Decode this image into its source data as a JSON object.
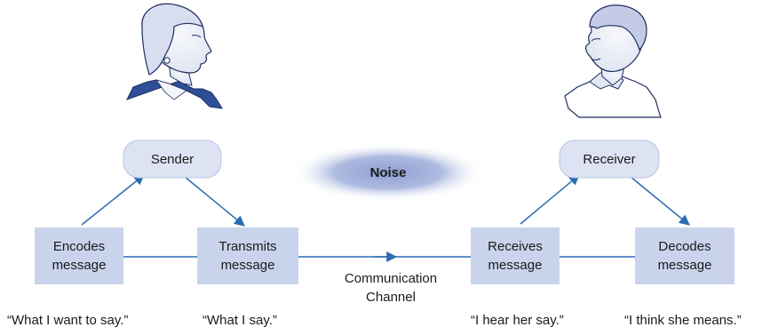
{
  "roles": {
    "sender": "Sender",
    "receiver": "Receiver"
  },
  "noise": "Noise",
  "steps": {
    "encodes": "Encodes\nmessage",
    "transmits": "Transmits\nmessage",
    "receives": "Receives\nmessage",
    "decodes": "Decodes\nmessage"
  },
  "channel": "Communication\nChannel",
  "quotes": {
    "encodes": "“What I want to say.”",
    "transmits": "“What I say.”",
    "receives": "“I hear her say.”",
    "decodes": "“I think she means.”"
  },
  "colors": {
    "box_fill": "#c9d4ec",
    "pill_fill": "#dde3f3",
    "arrow": "#2b6cb3",
    "noise_center": "#8b9ccd",
    "figure_shirt": "#3b5aa6"
  }
}
